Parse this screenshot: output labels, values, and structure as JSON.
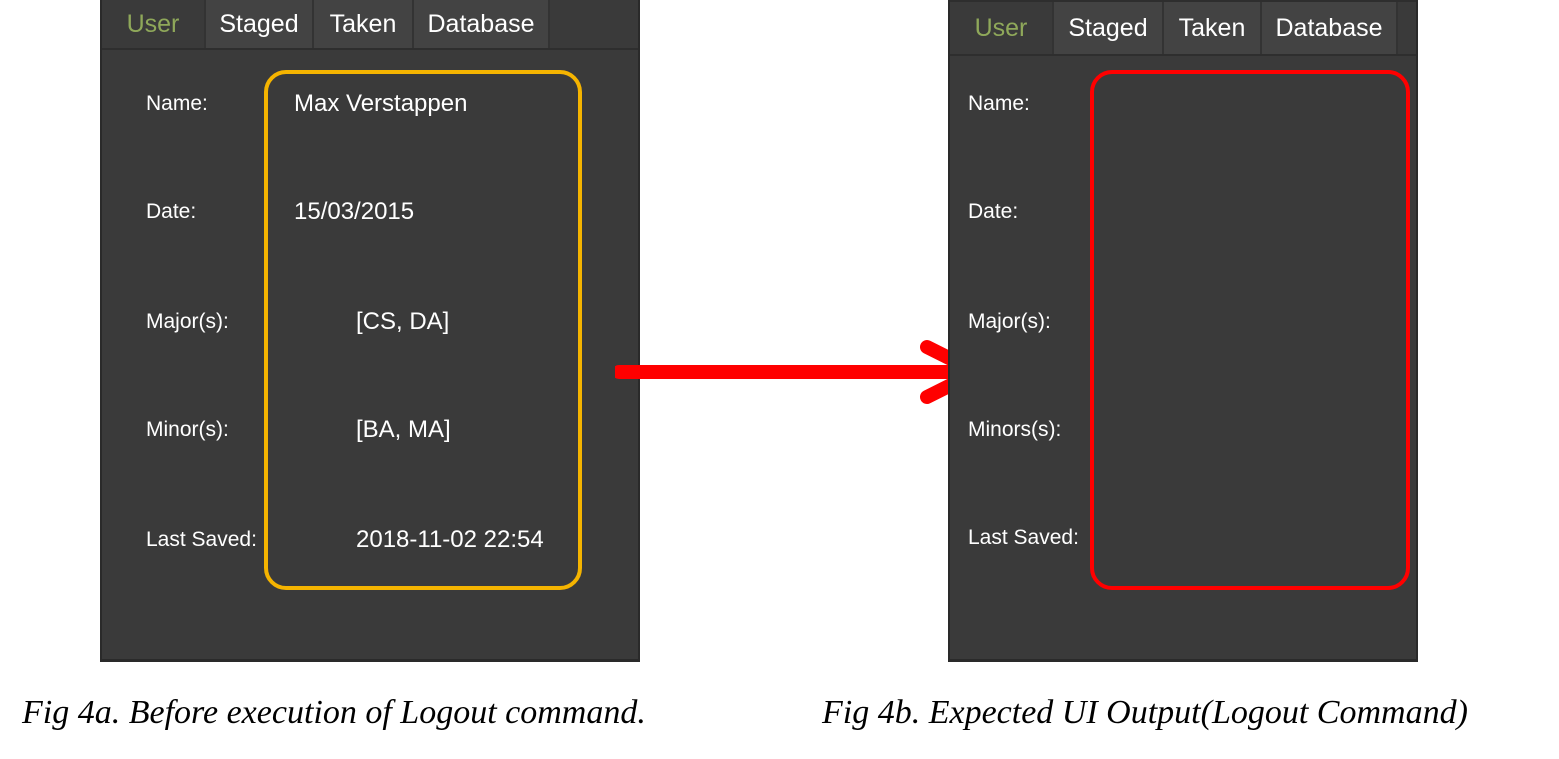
{
  "tabs": [
    "User",
    "Staged",
    "Taken",
    "Database"
  ],
  "labels": {
    "name": "Name:",
    "date": "Date:",
    "majors": "Major(s):",
    "minors_a": "Minor(s):",
    "minors_b": "Minors(s):",
    "last_saved": "Last Saved:"
  },
  "before": {
    "name": "Max Verstappen",
    "date": "15/03/2015",
    "majors": "[CS, DA]",
    "minors": "[BA, MA]",
    "last_saved": "2018-11-02 22:54"
  },
  "captions": {
    "fig_a": "Fig 4a. Before execution of Logout command.",
    "fig_b": "Fig 4b. Expected UI Output(Logout Command)"
  },
  "colors": {
    "panel_bg": "#3a3a3a",
    "active_tab": "#8fa85a",
    "highlight_before": "#f5b400",
    "highlight_after": "#ff0000",
    "arrow": "#ff0000"
  },
  "icons": {
    "transition": "right-arrow-icon"
  }
}
